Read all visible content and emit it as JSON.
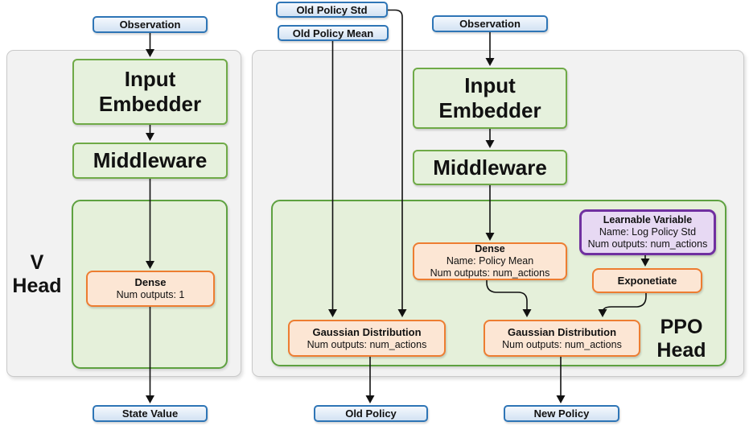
{
  "v_head": {
    "panel_label": [
      "V",
      "Head"
    ],
    "observation_in": "Observation",
    "input_embedder": "Input Embedder",
    "middleware": "Middleware",
    "dense": {
      "title": "Dense",
      "outputs": "Num outputs: 1"
    },
    "state_value_out": "State Value"
  },
  "ppo_head": {
    "panel_label": [
      "PPO",
      "Head"
    ],
    "old_policy_std_in": "Old Policy Std",
    "old_policy_mean_in": "Old Policy Mean",
    "observation_in": "Observation",
    "input_embedder": "Input Embedder",
    "middleware": "Middleware",
    "dense": {
      "title": "Dense",
      "name": "Name: Policy Mean",
      "outputs": "Num outputs: num_actions"
    },
    "learnable_variable": {
      "title": "Learnable Variable",
      "name": "Name: Log Policy Std",
      "outputs": "Num outputs: num_actions"
    },
    "exponetiate": "Exponetiate",
    "gaussian_old": {
      "title": "Gaussian Distribution",
      "outputs": "Num outputs: num_actions"
    },
    "gaussian_new": {
      "title": "Gaussian Distribution",
      "outputs": "Num outputs: num_actions"
    },
    "old_policy_out": "Old Policy",
    "new_policy_out": "New Policy"
  },
  "colors": {
    "green_border": "#6faa47",
    "green_fill": "#e6f1dd",
    "orange_border": "#ed7d31",
    "orange_fill": "#fce6d4",
    "purple_border": "#7030a0",
    "purple_fill": "#e7d9f3",
    "blue_border": "#2e75b6",
    "blue_fill": "#d9e6f5",
    "panel_fill": "#f2f2f2",
    "wire": "#111111"
  }
}
